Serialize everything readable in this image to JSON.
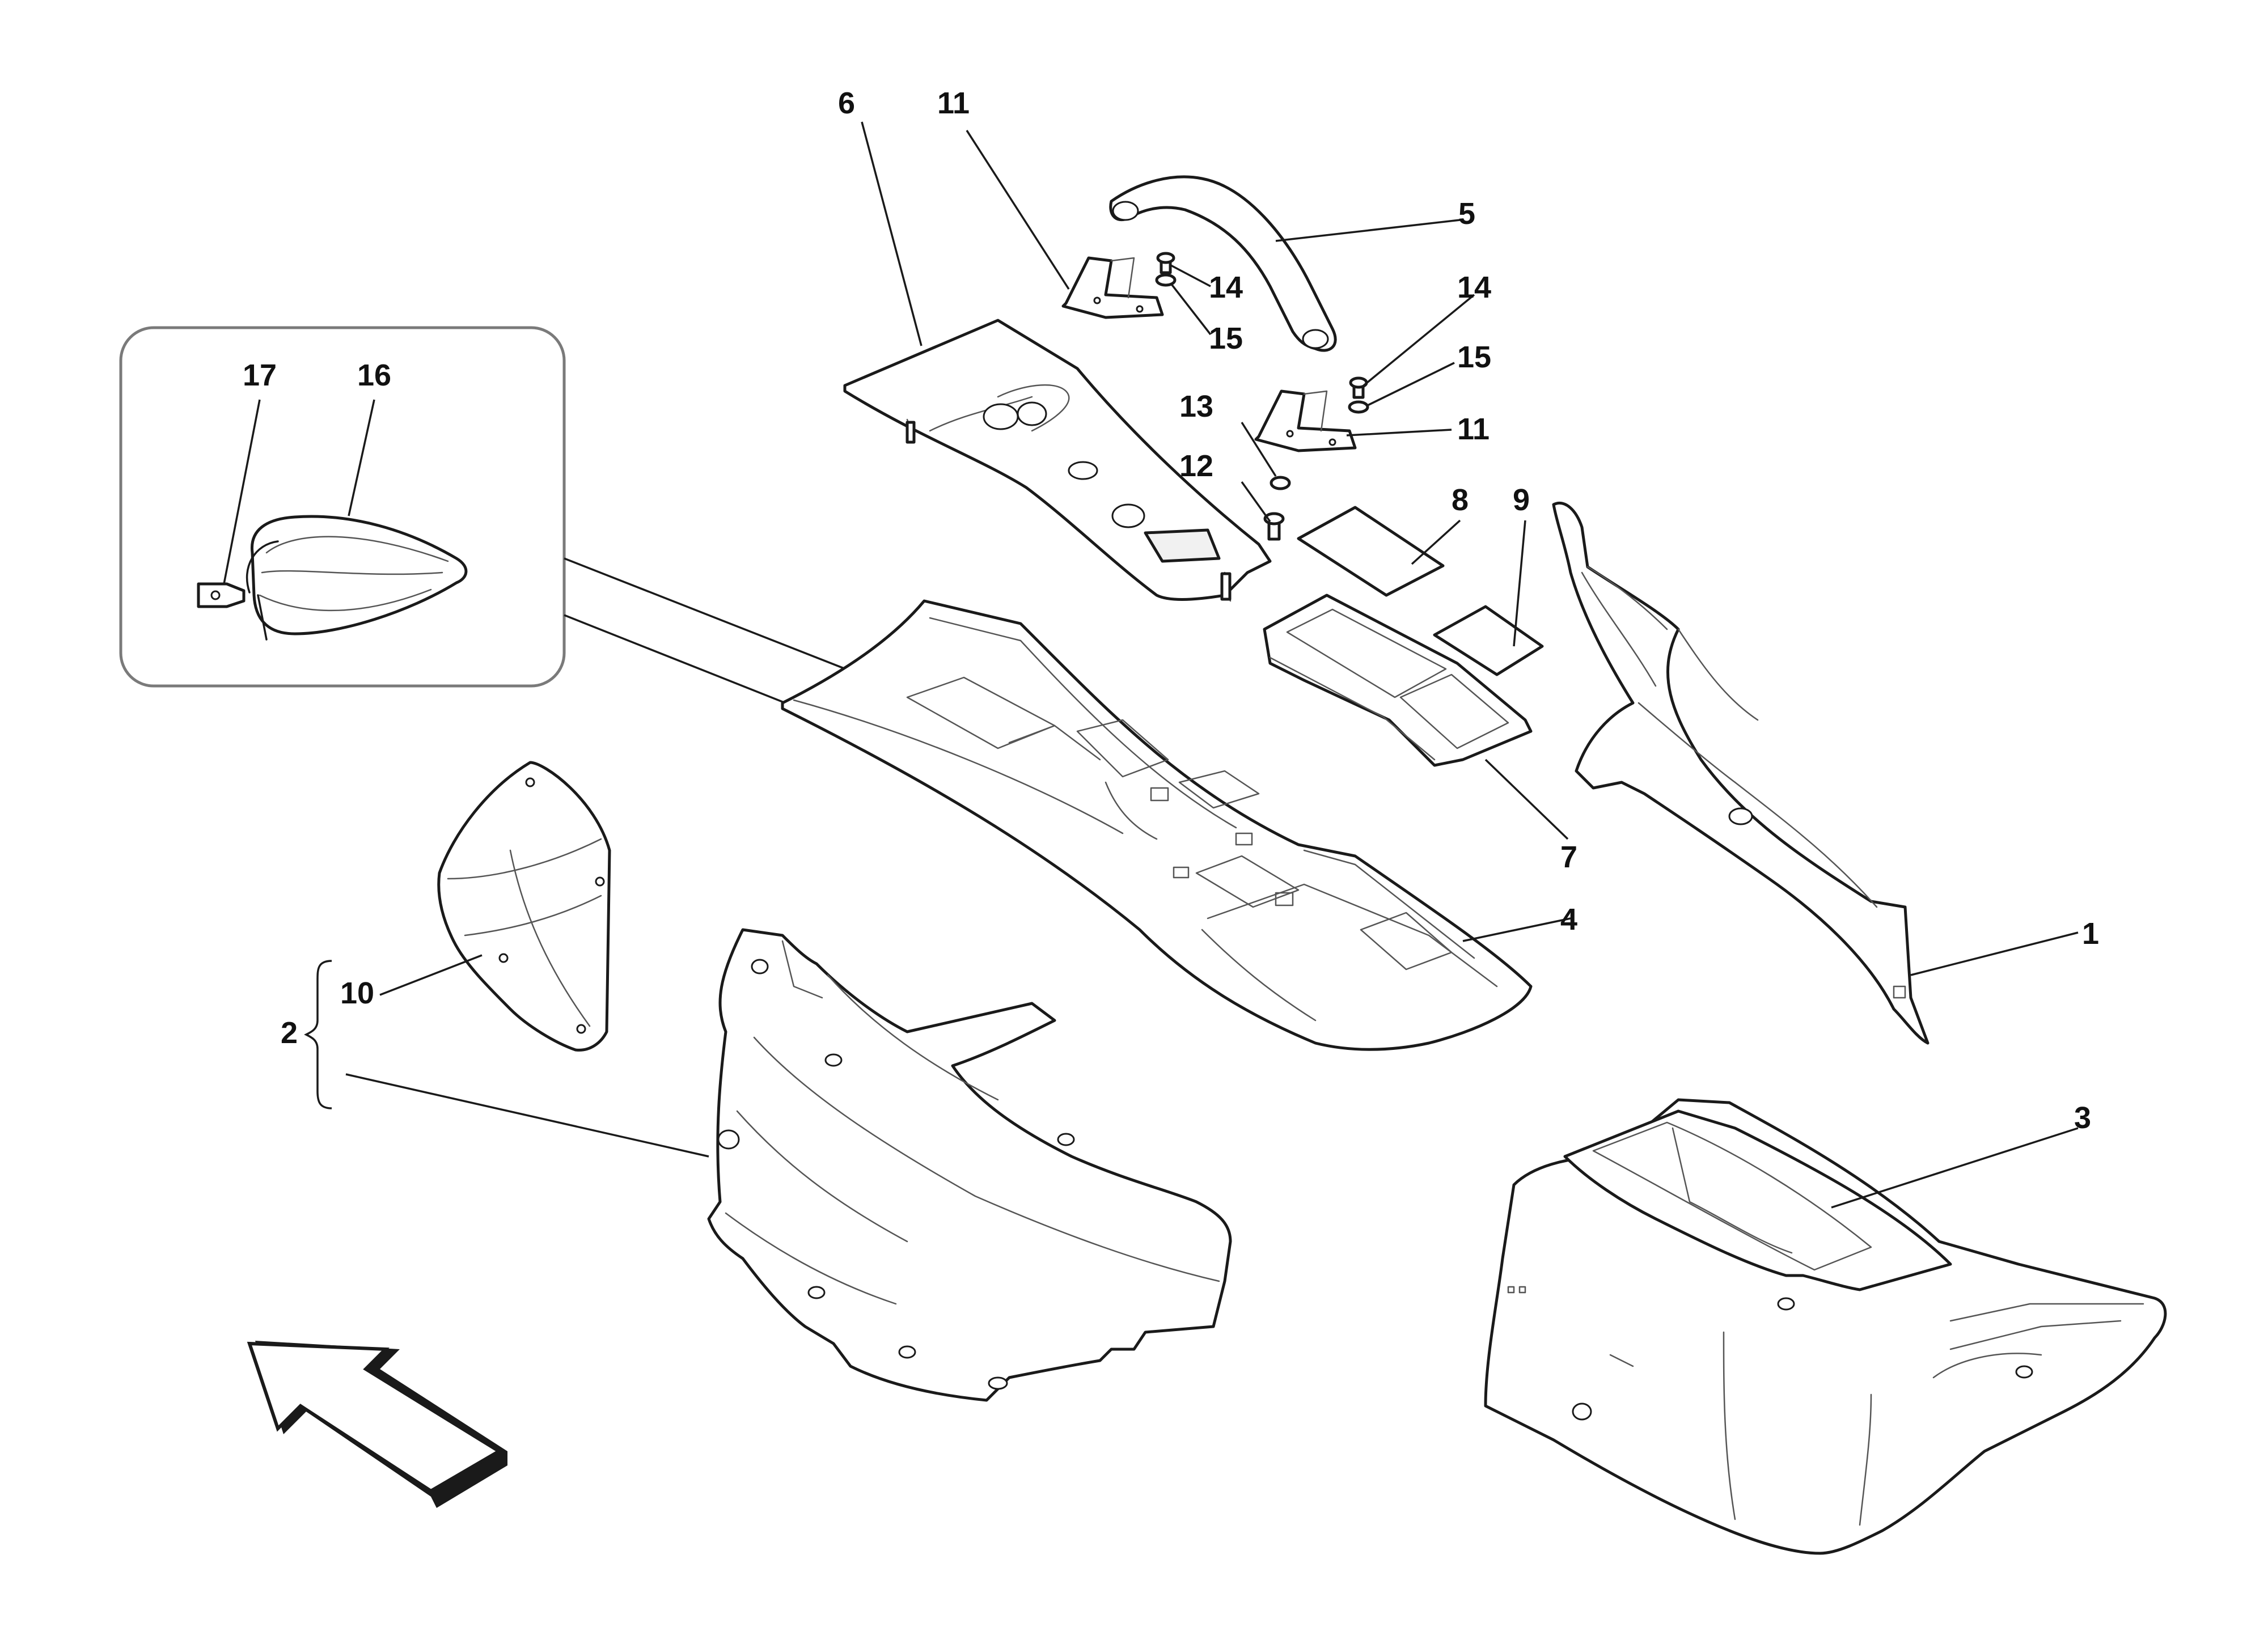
{
  "diagram": {
    "callouts": {
      "c1": "1",
      "c2": "2",
      "c3": "3",
      "c4": "4",
      "c5": "5",
      "c6": "6",
      "c7": "7",
      "c8": "8",
      "c9": "9",
      "c10": "10",
      "c11a": "11",
      "c11b": "11",
      "c12": "12",
      "c13": "13",
      "c14a": "14",
      "c14b": "14",
      "c15a": "15",
      "c15b": "15",
      "c16": "16",
      "c17": "17"
    },
    "colors": {
      "line": "#1a1a1a",
      "inset_border": "#7a7a7a",
      "background": "#ffffff"
    },
    "icons": {
      "direction_arrow": "front-direction-arrow-icon"
    }
  }
}
